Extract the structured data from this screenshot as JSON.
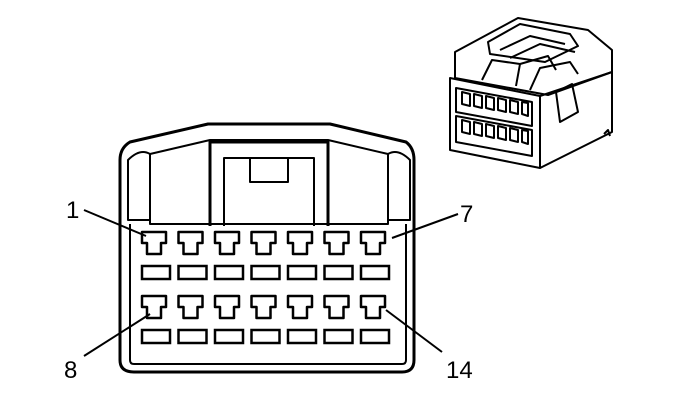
{
  "labels": {
    "pin_top_left": "1",
    "pin_top_right": "7",
    "pin_bottom_left": "8",
    "pin_bottom_right": "14"
  },
  "connector": {
    "rows": 2,
    "terminals_per_row": 7
  },
  "colors": {
    "line": "#000000",
    "background": "#ffffff"
  }
}
